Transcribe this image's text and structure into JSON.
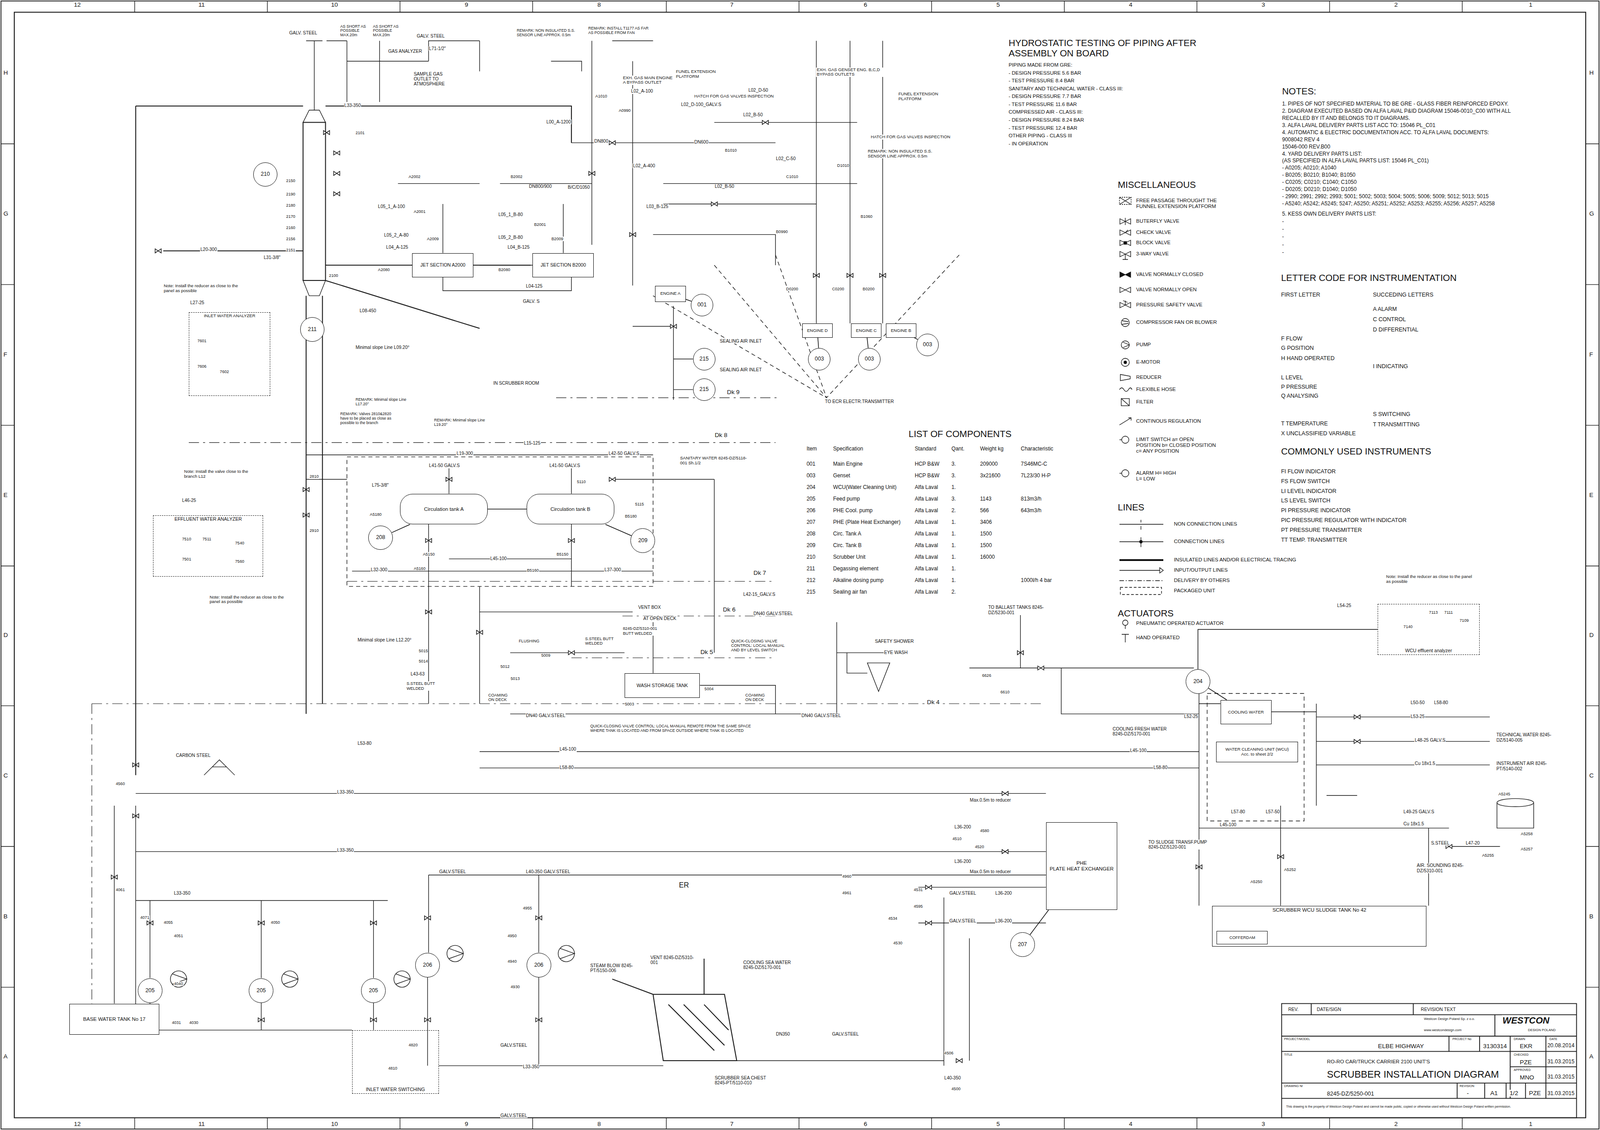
{
  "diagram": {
    "title": "SCRUBBER INSTALLATION DIAGRAM",
    "nodes": [
      {
        "text": [
          "210"
        ]
      },
      {
        "text": [
          "211"
        ]
      },
      {
        "text": [
          "001"
        ]
      },
      {
        "text": [
          "003"
        ]
      },
      {
        "text": [
          "003"
        ]
      },
      {
        "text": [
          "003"
        ]
      },
      {
        "text": [
          "215"
        ]
      },
      {
        "text": [
          "215"
        ]
      },
      {
        "text": [
          "208"
        ]
      },
      {
        "text": [
          "209"
        ]
      },
      {
        "text": [
          "204"
        ]
      },
      {
        "text": [
          "205"
        ]
      },
      {
        "text": [
          "205"
        ]
      },
      {
        "text": [
          "205"
        ]
      },
      {
        "text": [
          "206"
        ]
      },
      {
        "text": [
          "206"
        ]
      },
      {
        "text": [
          "207"
        ]
      },
      {
        "text": [
          "JET SECTION A2000"
        ]
      },
      {
        "text": [
          "JET SECTION B2000"
        ]
      },
      {
        "text": [
          "ENGINE A"
        ]
      },
      {
        "text": [
          "ENGINE D"
        ]
      },
      {
        "text": [
          "ENGINE C"
        ]
      },
      {
        "text": [
          "ENGINE B"
        ]
      },
      {
        "text": [
          "Circulation tank A"
        ]
      },
      {
        "text": [
          "Circulation tank B"
        ]
      },
      {
        "text": [
          "PHE",
          "PLATE HEAT EXCHANGER"
        ]
      },
      {
        "text": [
          "SCRUBBER WCU SLUDGE TANK No 42"
        ]
      },
      {
        "text": [
          "COFFERDAM"
        ],
        "in": 26
      },
      {
        "text": [
          "BASE WATER TANK No 17"
        ]
      },
      {
        "text": [
          "INLET WATER SWITCHING"
        ]
      },
      {
        "text": [
          "EFFLUENT WATER ANALYZER"
        ]
      },
      {
        "text": [
          "INLET WATER ANALYZER"
        ]
      },
      {
        "text": [
          "WCU effluent analyzer"
        ]
      },
      {
        "text": [
          "WATER CLEANING UNIT (WCU)",
          "Acc. to sheet 2/2"
        ]
      },
      {
        "text": [
          "WASH STORAGE TANK"
        ]
      },
      {
        "text": [
          "COOLING WATER"
        ]
      }
    ],
    "edges": [
      {
        "from": 8,
        "to": 23,
        "arrow": "none"
      },
      {
        "from": 9,
        "to": 24,
        "arrow": "none"
      },
      {
        "from": 23,
        "to": 24,
        "arrow": "none"
      },
      {
        "from": 2,
        "to": 19,
        "arrow": "none"
      },
      {
        "from": 3,
        "to": 20,
        "arrow": "none"
      },
      {
        "from": 4,
        "to": 21,
        "arrow": "none"
      },
      {
        "from": 5,
        "to": 22,
        "arrow": "none"
      },
      {
        "from": 16,
        "to": 25,
        "arrow": "none"
      },
      {
        "from": 10,
        "to": 35,
        "arrow": "none"
      },
      {
        "from": 32,
        "to": 10,
        "arrow": "none"
      }
    ],
    "labels": [
      "12",
      "11",
      "10",
      "9",
      "8",
      "7",
      "6",
      "5",
      "4",
      "3",
      "2",
      "1",
      "12",
      "11",
      "10",
      "9",
      "8",
      "7",
      "6",
      "5",
      "4",
      "3",
      "2",
      "1",
      "H",
      "G",
      "F",
      "E",
      "D",
      "C",
      "B",
      "A",
      "H",
      "G",
      "F",
      "E",
      "D",
      "C",
      "B",
      "A",
      "HYDROSTATIC TESTING OF PIPING AFTER ASSEMBLY ON BOARD",
      "PIPING MADE FROM GRE:",
      "- DESIGN PRESSURE 5.6 BAR",
      "- TEST PRESSURE 8.4 BAR",
      "SANITARY AND TECHNICAL WATER - CLASS III:",
      "- DESIGN PRESSURE 7.7 BAR",
      "- TEST PRESSURE 11.6 BAR",
      "COMPRESSED AIR - CLASS III:",
      "- DESIGN PRESSURE 8.24 BAR",
      "- TEST PRESSURE 12.4 BAR",
      "OTHER PIPING - CLASS III",
      "- IN OPERATION",
      "NOTES:",
      "1. PIPES OF NOT SPECIFIED MATERIAL TO BE GRE - GLASS FIBER REINFORCED EPOXY.",
      "2. DIAGRAM EXECUTED BASED ON ALFA LAVAL P&ID DIAGRAM 15046-0010_C00 WITH ALL",
      "RECALLED BY IT AND BELONGS TO IT DIAGRAMS.",
      "3. ALFA LAVAL DELIVERY PARTS LIST ACC TO: 15046 PL_C01",
      "4. AUTOMATIC & ELECTRIC DOCUMENTATION ACC. TO ALFA LAVAL DOCUMENTS:",
      "9008042 REV 4",
      "15046-000 REV.B00",
      "4. YARD DELIVERY PARTS LIST:",
      "(AS SPECIFIED IN ALFA LAVAL PARTS LIST: 15046 PL_C01)",
      "- A0205; A0210; A1040",
      "- B0205; B0210; B1040; B1050",
      "- C0205; C0210; C1040; C1050",
      "- D0205; D0210; D1040; D1050",
      "- 2990; 2991; 2992; 2993; 5001; 5002; 5003; 5004; 5005; 5006; 5009; 5012; 5013; 5015",
      "- A5240; A5242; A5245; 5247; A5250; A5251; A5252; A5253; A5255; A5256; A5257; A5258",
      "5. KESS OWN DELIVERY PARTS LIST:",
      "-",
      "-",
      "-",
      "-",
      "-",
      "MISCELLANEOUS",
      "LINES",
      "ACTUATORS",
      "LETTER CODE FOR INSTRUMENTATION",
      "FIRST LETTER",
      "SUCCEDING LETTERS",
      "F FLOW",
      "G POSITION",
      "H HAND OPERATED",
      "L LEVEL",
      "P PRESSURE",
      "Q ANALYSING",
      "T TEMPERATURE",
      "X UNCLASSIFIED VARIABLE",
      "A ALARM",
      "C CONTROL",
      "D DIFFERENTIAL",
      "I INDICATING",
      "S SWITCHING",
      "T TRANSMITTING",
      "COMMONLY USED INSTRUMENTS",
      "FI FLOW INDICATOR",
      "FS FLOW SWITCH",
      "LI LEVEL INDICATOR",
      "LS LEVEL SWITCH",
      "PI PRESSURE INDICATOR",
      "PIC PRESSURE REGULATOR WITH INDICATOR",
      "PT PRESSURE TRANSMITTER",
      "TT TEMP. TRANSMITTER",
      "LIST OF COMPONENTS",
      "Item",
      "001",
      "003",
      "204",
      "205",
      "206",
      "207",
      "208",
      "209",
      "210",
      "211",
      "212",
      "215",
      "Specification",
      "Main Engine",
      "Genset",
      "WCU(Water Cleaning Unit)",
      "Feed pump",
      "PHE Cool. pump",
      "PHE (Plate Heat Exchanger)",
      "Circ. Tank A",
      "Circ. Tank B",
      "Scrubber Unit",
      "Degassing element",
      "Alkaline dosing pump",
      "Sealing air fan",
      "Standard",
      "HCP B&W",
      "HCP B&W",
      "Alfa Laval",
      "Alfa Laval",
      "Alfa Laval",
      "Alfa Laval",
      "Alfa Laval",
      "Alfa Laval",
      "Alfa Laval",
      "Alfa Laval",
      "Alfa Laval",
      "Alfa Laval",
      "Qant.",
      "3.",
      "3.",
      "1.",
      "3.",
      "2.",
      "1.",
      "1.",
      "1.",
      "1.",
      "1.",
      "1.",
      "2.",
      "Weight kg",
      "209000",
      "3x21600",
      "1143",
      "566",
      "3406",
      "1500",
      "1500",
      "16000",
      "Characteristic",
      "7S46MC-C",
      "7L23/30 H-P",
      "813m3/h",
      "643m3/h",
      "1000l/h 4 bar",
      "REV.",
      "DATE/SIGN",
      "REVISION TEXT",
      "Westcon Design Poland Sp. z o.o.",
      "www.westcondesign.com",
      "WESTCON",
      "DESIGN POLAND",
      "PROJECT/MODEL",
      "ELBE HIGHWAY",
      "PROJECT No",
      "3130314",
      "DRAWN",
      "EKR",
      "DATE",
      "20.08.2014",
      "TITLE",
      "RO-RO CAR/TRUCK CARRIER 2100 UNIT'S",
      "CHECKED",
      "PZE",
      "31.03.2015",
      "APPROVED",
      "MNO",
      "31.03.2015",
      "DRAWING Nr",
      "8245-DZ/5250-001",
      "REVISION",
      "-",
      "A1",
      "1/2",
      "PZE",
      "31.03.2015",
      "This drawing is the property of Westcon Design Poland and cannot be made public, copied or otherwise used without Westcon Design Poland written permission.",
      "Dk 9",
      "Dk 8",
      "Dk 7",
      "Dk 6",
      "Dk 5",
      "Dk 4",
      "GALV. STEEL",
      "AS SHORT AS POSSIBLE MAX.20m",
      "AS SHORT AS POSSIBLE MAX.20m",
      "GAS ANALYZER",
      "GALV. STEEL",
      "L71-1/2\"",
      "SAMPLE GAS OUTLET TO ATMOSPHERE",
      "REMARK: NON INSULATED S.S. SENSOR LINE APPROX. 0.5m",
      "REMARK: INSTALL T1177 AS FAR AS POSSIBLE FROM FAN",
      "EXH. GAS MAIN ENGINE A BYPASS OUTLET",
      "FUNEL EXTENSION PLATFORM",
      "HATCH FOR GAS VALVES INSPECTION",
      "EXH. GAS GENSET ENG. B,C,D BYPASS OUTLETS",
      "FUNEL EXTENSION PLATFORM",
      "HATCH FOR GAS VALVES INSPECTION",
      "REMARK: NON INSULATED S.S. SENSOR LINE APPROX. 0.5m",
      "L33-350",
      "L00_A-1200",
      "DN800",
      "DN800/900",
      "B/C/D1050",
      "L02_A-100",
      "L02_D-100_GALV.S",
      "L02_D-50",
      "L02_B-50",
      "DN600",
      "L02_C-50",
      "L02_B-50",
      "L02_A-400",
      "L03_B-125",
      "L05_1_A-100",
      "L05_2_A-80",
      "L04_A-125",
      "L05_1_B-80",
      "L05_2_B-80",
      "L04_B-125",
      "L20-300",
      "L31-3/8\"",
      "Note: Install the reducer as close to the panel as possible",
      "L27-25",
      "L04-125",
      "L08-450",
      "Minimal slope Line L09.20°",
      "GALV. S",
      "SEALING AIR INLET",
      "SEALING AIR INLET",
      "IN SCRUBBER ROOM",
      "TO ECR ELECTR.TRANSMITTER",
      "REMARK: Minimal slope Line L17.20°",
      "REMARK: Valves 2810&2820 have to be placed as close as possible to the branch",
      "REMARK: Minimal slope Line L19.20°",
      "L19-300",
      "L15-125",
      "L42-50 GALV.S",
      "SANITARY WATER 8245-DZ/5118-001 Sh.1/2",
      "L41-50 GALV.S",
      "L41-50 GALV.S",
      "Note: Install the valve close to the branch L12",
      "L46-25",
      "L75-3/8\"",
      "L45-100",
      "L32-300",
      "L37-300",
      "Note: Install the reducer as close to the panel as possible",
      "Minimal slope Line L12.20°",
      "VENT BOX",
      "AT OPEN DECK",
      "8245-DZ/5310-001 BUTT WELDED",
      "S.STEEL BUTT WELDED",
      "QUICK-CLOSING VALVE CONTROL: LOCAL MANUAL AND BY LEVEL SWITCH",
      "FLUSHING",
      "L43-63",
      "S.STEEL BUTT WELDED",
      "COAMING ON DECK",
      "COAMING ON DECK",
      "DN40 GALV.STEEL",
      "DN40 GALV.STEEL",
      "DN40 GALV.STEEL",
      "L42-15_GALV.S",
      "QUICK-CLOSING VALVE CONTROL: LOCAL MANUAL REMOTE FROM THE SAME SPACE WHERE TANK IS LOCATED AND FROM SPACE OUTSIDE WHERE TANK IS LOCATED",
      "SAFETY SHOWER",
      "EYE WASH",
      "TO BALLAST TANKS 8245-DZ/5230-001",
      "CARBON STEEL",
      "L53-80",
      "L45-100",
      "L58-80",
      "L45-100",
      "L58-80",
      "COOLING FRESH WATER 8245-DZ/5170-001",
      "L52-25",
      "TECHNICAL WATER 8245-DZ/5140-005",
      "INSTRUMENT AIR 8245-PT/5140-002",
      "L33-350",
      "L33-350",
      "Max.0.5m to reducer",
      "Max.0.5m to reducer",
      "L36-200",
      "L36-200",
      "L40-350 GALV.STEEL",
      "ER",
      "L33-350",
      "GALV.STEEL",
      "GALV.STEEL",
      "GALV.STEEL",
      "L36-200",
      "L36-200",
      "TO SLUDGE TRANSF.PUMP 8245-DZ/5120-001",
      "AIR. SOUNDING 8245-DZ/5310-001",
      "S.STEEL",
      "L47-20",
      "L57-80",
      "L57-50",
      "L45-100",
      "L49-25 GALV.S",
      "STEAM BLOW 8245-PT/5150-006",
      "VENT 8245-DZ/5310-001",
      "COOLING SEA WATER 8245-DZ/5170-001",
      "DN350",
      "GALV.STEEL",
      "SCRUBBER SEA CHEST 8245-PT/5110-010",
      "GALV.STEEL",
      "GALV.STEEL",
      "L33-350",
      "L40-350",
      "Note: Install the reducer as close to the panel as possible",
      "L54-25",
      "L50-50",
      "L58-80",
      "L53-25",
      "L48-25 GALV.S",
      "Cu 18x1.5",
      "Cu 18x1.5",
      "2101",
      "2150",
      "2190",
      "2180",
      "2170",
      "2160",
      "2156",
      "2151",
      "2100",
      "A2001",
      "A2002",
      "A2009",
      "A2080",
      "B2001",
      "B2002",
      "B2009",
      "B2080",
      "A1010",
      "A0990",
      "B1010",
      "B0990",
      "C1010",
      "D1010",
      "B1060",
      "D0200",
      "C0200",
      "B0200",
      "4560",
      "4061",
      "4071",
      "4055",
      "4051",
      "4040",
      "4031",
      "4030",
      "4050",
      "4955",
      "4950",
      "4940",
      "4930",
      "4820",
      "4810",
      "4510",
      "4580",
      "4520",
      "4531",
      "4595",
      "4534",
      "4530",
      "4506",
      "4500",
      "4960",
      "4961",
      "A5250",
      "A5252",
      "A5245",
      "A5255",
      "A5258",
      "A5257",
      "5110",
      "5115",
      "A5160",
      "B5160",
      "B5150",
      "A5150",
      "A5180",
      "B5180",
      "5015",
      "5014",
      "5012",
      "5013",
      "5009",
      "5003",
      "5004",
      "6626",
      "6610",
      "7510",
      "7511",
      "7540",
      "7560",
      "7501",
      "7601",
      "7602",
      "7606",
      "7109",
      "7111",
      "7113",
      "7140",
      "2810",
      "2910"
    ],
    "legend": [
      {
        "text": "FREE PASSAGE THROUGHT THE FUNNEL EXTENSION PLATFORM"
      },
      {
        "text": "BUTERFLY VALVE"
      },
      {
        "text": "CHECK VALVE"
      },
      {
        "text": "BLOCK VALVE"
      },
      {
        "text": "3-WAY VALVE"
      },
      {
        "text": "VALVE NORMALLY CLOSED"
      },
      {
        "text": "VALVE NORMALLY OPEN"
      },
      {
        "text": "PRESSURE SAFETY VALVE"
      },
      {
        "text": "COMPRESSOR FAN OR BLOWER"
      },
      {
        "text": "PUMP"
      },
      {
        "text": "E-MOTOR"
      },
      {
        "text": "REDUCER"
      },
      {
        "text": "FLEXIBLE HOSE"
      },
      {
        "text": "FILTER"
      },
      {
        "text": "CONTINOUS REGULATION"
      },
      {
        "text": "LIMIT SWITCH a= OPEN POSITION b= CLOSED POSITION c= ANY POSITION"
      },
      {
        "text": "ALARM H= HIGH L= LOW"
      },
      {
        "text": "NON CONNECTION LINES"
      },
      {
        "text": "CONNECTION LINES"
      },
      {
        "text": "INSULATED LINES AND/OR ELECTRICAL TRACING"
      },
      {
        "text": "INPUT/OUTPUT LINES"
      },
      {
        "text": "DELIVERY BY OTHERS"
      },
      {
        "text": "PACKAGED UNIT"
      },
      {
        "text": "PNEUMATIC OPERATED ACTUATOR"
      },
      {
        "text": "HAND OPERATED"
      }
    ]
  }
}
